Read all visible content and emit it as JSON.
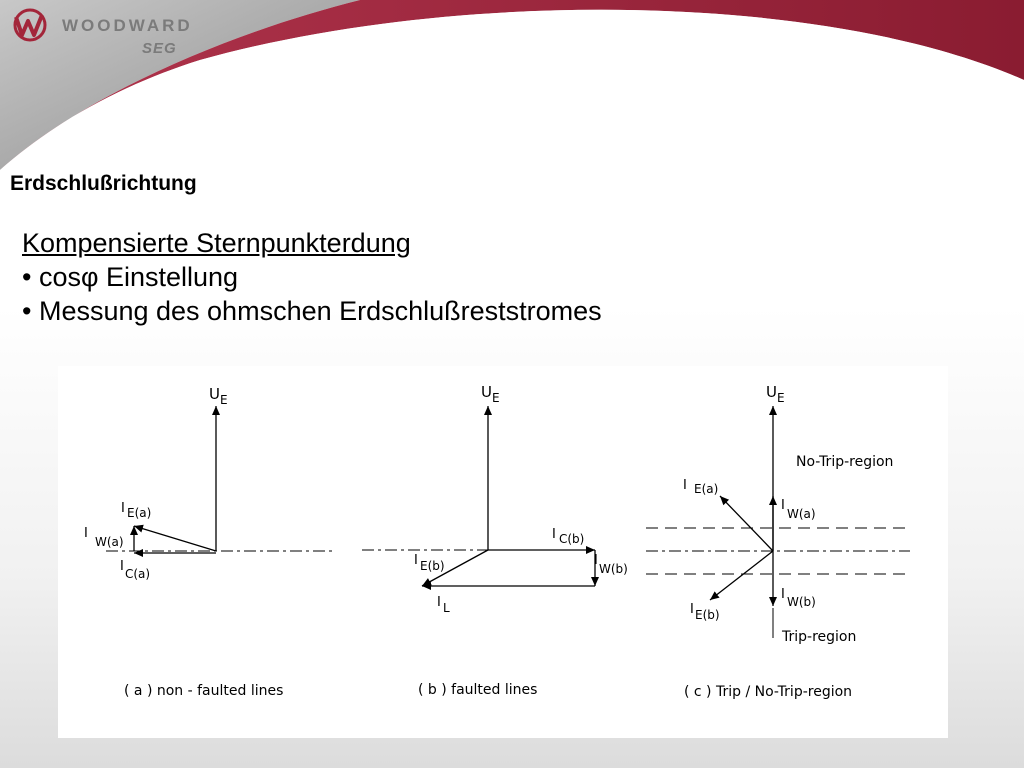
{
  "branding": {
    "logo_text": "WOODWARD",
    "logo_sub": "SEG",
    "colors": {
      "header_red": "#8c1d33",
      "header_grey": "#9a9a9a",
      "logo_red": "#a3263a"
    }
  },
  "section_title": "Erdschlußrichtung",
  "content": {
    "heading": "Kompensierte Sternpunkterdung",
    "bullets": [
      "• cosφ Einstellung",
      "• Messung des ohmschen Erdschlußreststromes"
    ]
  },
  "diagram": {
    "a": {
      "u_main": "U",
      "u_sub": "E",
      "ie_main": "I",
      "ie_sub": "E(a)",
      "iw_main": "I",
      "iw_sub": "W(a)",
      "ic_main": "I",
      "ic_sub": "C(a)",
      "caption": "( a )  non - faulted lines"
    },
    "b": {
      "u_main": "U",
      "u_sub": "E",
      "ic_main": "I",
      "ic_sub": "C(b)",
      "ie_main": "I",
      "ie_sub": "E(b)",
      "iw_main": "I",
      "iw_sub": "W(b)",
      "il_main": "I",
      "il_sub": "L",
      "caption": "( b )  faulted lines"
    },
    "c": {
      "u_main": "U",
      "u_sub": "E",
      "no_trip": "No-Trip-region",
      "ie_a_main": "I",
      "ie_a_sub": "E(a)",
      "iw_a_main": "I",
      "iw_a_sub": "W(a)",
      "ie_b_main": "I",
      "ie_b_sub": "E(b)",
      "iw_b_main": "I",
      "iw_b_sub": "W(b)",
      "trip": "Trip-region",
      "caption": "( c )  Trip / No-Trip-region"
    }
  }
}
